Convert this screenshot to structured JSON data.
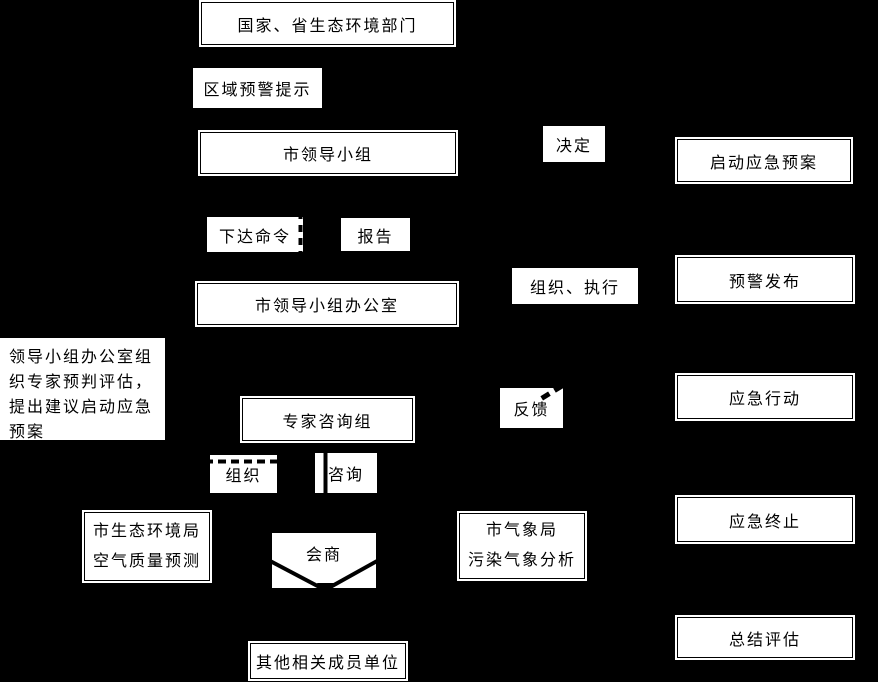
{
  "diagram": {
    "title_hint": "heavy-pollution weather emergency response flowchart",
    "colors": {
      "background": "#000000",
      "box_fill": "#ffffff",
      "line": "#000000",
      "text": "#000000"
    },
    "nodes": {
      "national": "国家、省生态环境部门",
      "city_leading_group": "市领导小组",
      "leading_group_office": "市领导小组办公室",
      "expert_group": "专家咨询组",
      "eco_bureau_line1": "市生态环境局",
      "eco_bureau_line2": "空气质量预测",
      "meteo_bureau_line1": "市气象局",
      "meteo_bureau_line2": "污染气象分析",
      "other_members": "其他相关成员单位",
      "start_plan": "启动应急预案",
      "warning_release": "预警发布",
      "emergency_action": "应急行动",
      "emergency_end": "应急终止",
      "summary_eval": "总结评估"
    },
    "labels": {
      "regional_warning": "区域预警提示",
      "decide": "决定",
      "issue_order": "下达命令",
      "report": "报告",
      "organize_execute": "组织、执行",
      "feedback": "反馈",
      "organize": "组织",
      "consult": "咨询",
      "consultation": "会商",
      "note_line1": "领导小组办公室组",
      "note_line2": "织专家预判评估，",
      "note_line3": "提出建议启动应急",
      "note_line4": "预案"
    }
  }
}
